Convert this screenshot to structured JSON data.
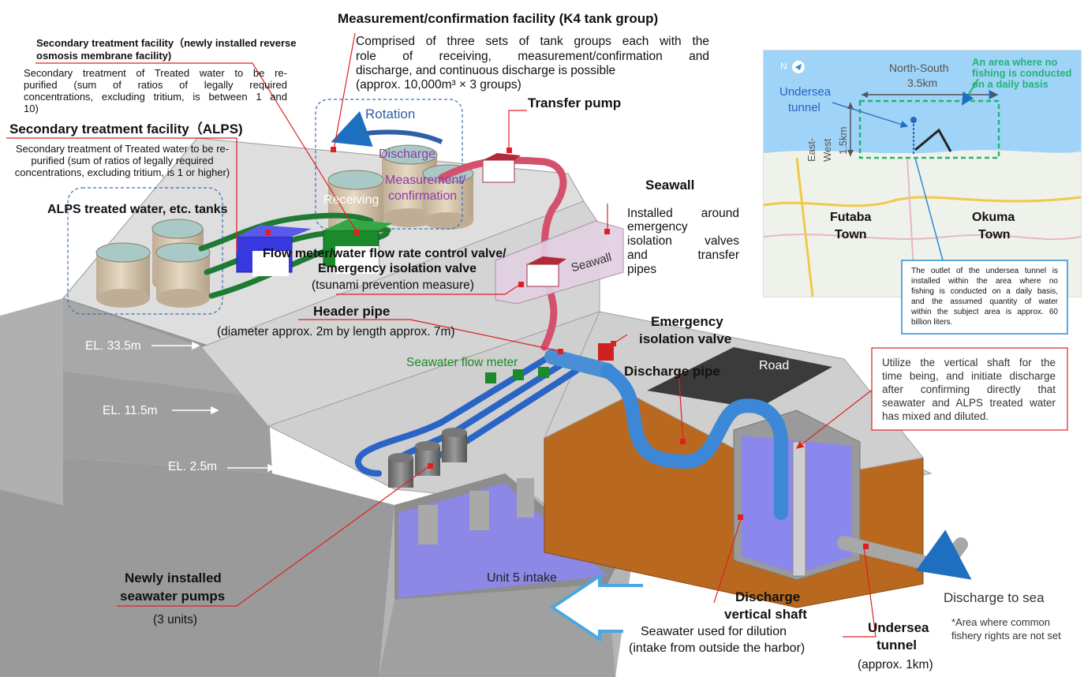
{
  "title": "Measurement/confirmation facility (K4 tank group)",
  "k4": {
    "desc_1": "Comprised of three sets of tank groups each with the",
    "desc_2": "role of receiving, measurement/confirmation and",
    "desc_3": "discharge, and continuous discharge is possible",
    "desc_4": "(approx. 10,000m³ × 3 groups)"
  },
  "secondary_ro": {
    "title_1": "Secondary treatment facility（newly installed reverse",
    "title_2": "osmosis membrane facility)",
    "desc_1": "Secondary treatment of Treated water to be re-",
    "desc_2": "purified (sum of ratios of legally required",
    "desc_3": "concentrations, excluding tritium, is between 1 and",
    "desc_4": "10)"
  },
  "secondary_alps": {
    "title": "Secondary treatment facility（ALPS)",
    "desc_1": "Secondary treatment of Treated water to be re-",
    "desc_2": "purified (sum of ratios of legally required",
    "desc_3": "concentrations, excluding tritium, is 1 or higher)"
  },
  "labels": {
    "alps_tanks": "ALPS treated water, etc. tanks",
    "rotation": "Rotation",
    "discharge": "Discharge",
    "receiving": "Receiving",
    "measurement_1": "Measurement/",
    "measurement_2": "confirmation",
    "transfer_pump": "Transfer pump",
    "seawall_title": "Seawall",
    "seawall_desc_1": "Installed around",
    "seawall_desc_2": "emergency",
    "seawall_desc_3": "isolation valves",
    "seawall_desc_4": "and transfer",
    "seawall_desc_5": "pipes",
    "seawall_wall": "Seawall",
    "flow_meter_1": "Flow meter/water flow rate control valve/",
    "flow_meter_2": "Emergency isolation valve",
    "flow_meter_3": "(tsunami prevention measure)",
    "header_pipe": "Header pipe",
    "header_pipe_desc": "(diameter approx. 2m by length approx. 7m)",
    "emergency_valve_1": "Emergency",
    "emergency_valve_2": "isolation valve",
    "seawater_flow_meter": "Seawater flow meter",
    "discharge_pipe": "Discharge pipe",
    "road": "Road",
    "el_335": "EL. 33.5m",
    "el_115": "EL. 11.5m",
    "el_25": "EL. 2.5m",
    "unit5_intake": "Unit 5 intake",
    "pumps_1": "Newly installed",
    "pumps_2": "seawater pumps",
    "pumps_3": "(3 units)",
    "dilution_1": "Seawater used for dilution",
    "dilution_2": "(intake from outside the harbor)",
    "shaft_1": "Discharge",
    "shaft_2": "vertical shaft",
    "tunnel_1": "Undersea",
    "tunnel_2": "tunnel",
    "tunnel_3": "(approx. 1km)",
    "discharge_to_sea": "Discharge to sea",
    "fishery_1": "*Area where common",
    "fishery_2": "fishery rights are not set",
    "shaft_note_1": "Utilize the vertical shaft for the",
    "shaft_note_2": "time being, and initiate discharge",
    "shaft_note_3": "after confirming directly that",
    "shaft_note_4": "seawater and ALPS treated water",
    "shaft_note_5": "has mixed and diluted."
  },
  "map": {
    "north": "N",
    "ns_label_1": "North-South",
    "ns_label_2": "3.5km",
    "ew_label_1": "East-",
    "ew_label_2": "West",
    "ew_label_3": "1.5km",
    "tunnel_1": "Undersea",
    "tunnel_2": "tunnel",
    "no_fish_1": "An area where no",
    "no_fish_2": "fishing is conducted",
    "no_fish_3": "on a daily basis",
    "futaba_1": "Futaba",
    "futaba_2": "Town",
    "okuma_1": "Okuma",
    "okuma_2": "Town",
    "note_1": "The outlet of the undersea tunnel is",
    "note_2": "installed within the area where no",
    "note_3": "fishing is conducted on a daily basis,",
    "note_4": "and the assumed quantity of water",
    "note_5": "within the subject area is approx. 60",
    "note_6": "billion liters."
  },
  "colors": {
    "ground_gray": "#a9a9a9",
    "concrete_light": "#d9d9d9",
    "tank_tan": "#d8c7ae",
    "pipe_green": "#2e8b3e",
    "pipe_pink": "#e0607a",
    "pipe_blue": "#4a8fd6",
    "water_blue": "#7d78f0",
    "soil_brown": "#b5651d",
    "road_dark": "#3a3a3a",
    "accent_red": "#e02020",
    "map_sea": "#9fd3f7",
    "map_green": "#22b573"
  }
}
